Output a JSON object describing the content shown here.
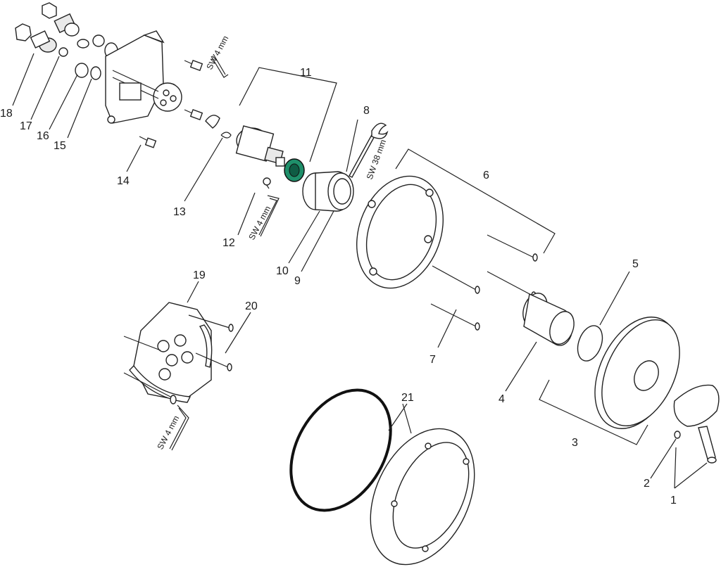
{
  "parts": {
    "p1": "1",
    "p2": "2",
    "p3": "3",
    "p4": "4",
    "p5": "5",
    "p6": "6",
    "p7": "7",
    "p8": "8",
    "p9": "9",
    "p10": "10",
    "p11": "11",
    "p12": "12",
    "p13": "13",
    "p14": "14",
    "p15": "15",
    "p16": "16",
    "p17": "17",
    "p18": "18",
    "p19": "19",
    "p20": "20",
    "p21": "21"
  },
  "tools": {
    "sw4_a": "SW 4 mm",
    "sw4_b": "SW 4 mm",
    "sw4_c": "SW 4 mm",
    "sw38": "SW 38 mm"
  },
  "colors": {
    "accent": "#1f8f6a",
    "line": "#222222"
  }
}
